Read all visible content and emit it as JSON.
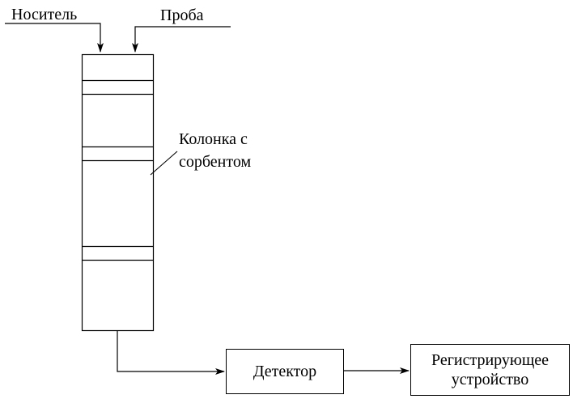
{
  "labels": {
    "carrier": "Носитель",
    "sample": "Проба",
    "column_line1": "Колонка с",
    "column_line2": "сорбентом",
    "detector": "Детектор",
    "recorder_line1": "Регистрирующее",
    "recorder_line2": "устройство"
  },
  "colors": {
    "stroke": "#000000",
    "background": "#ffffff"
  }
}
